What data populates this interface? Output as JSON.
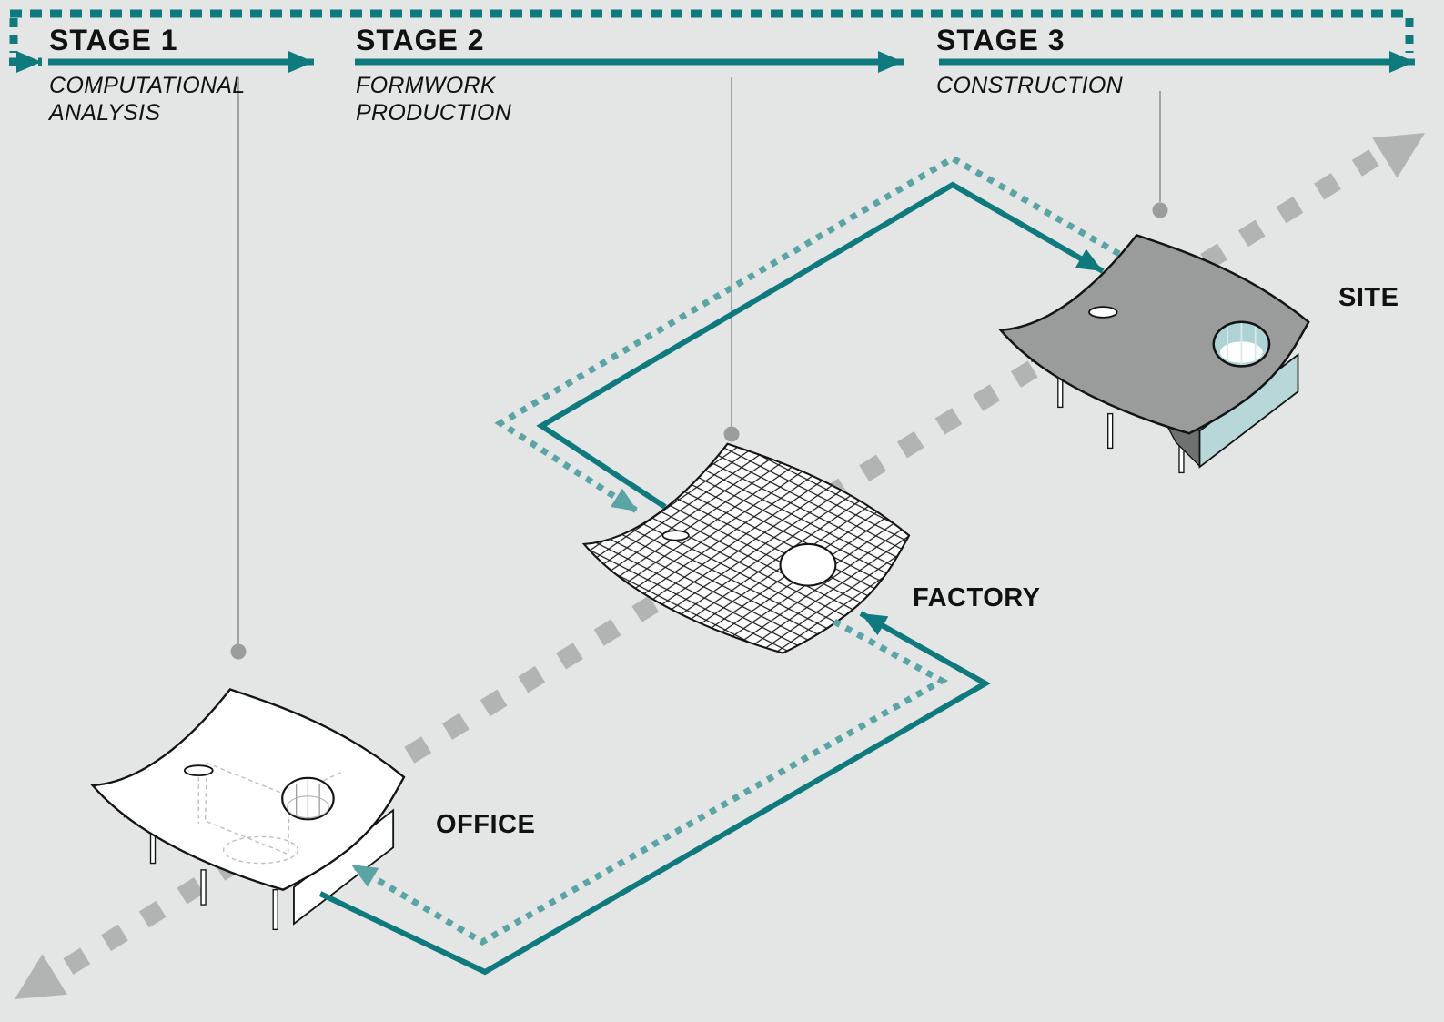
{
  "header": {
    "stages": [
      {
        "title": "STAGE 1",
        "subtitle_line1": "COMPUTATIONAL",
        "subtitle_line2": "ANALYSIS"
      },
      {
        "title": "STAGE 2",
        "subtitle_line1": "FORMWORK",
        "subtitle_line2": "PRODUCTION"
      },
      {
        "title": "STAGE 3",
        "subtitle_line1": "CONSTRUCTION",
        "subtitle_line2": ""
      }
    ]
  },
  "locations": [
    {
      "label": "OFFICE"
    },
    {
      "label": "FACTORY"
    },
    {
      "label": "SITE"
    }
  ],
  "colors": {
    "teal": "#0e7a7e",
    "teal_light": "#5aa4a6",
    "arrow_gray": "#b2b4b3",
    "background": "#e4e6e5",
    "roof_gray": "#9a9c9b",
    "wall_teal": "#b7d7d8"
  }
}
